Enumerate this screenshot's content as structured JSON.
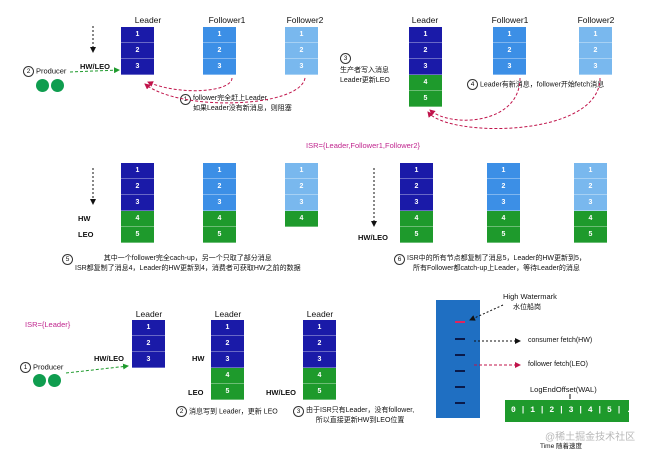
{
  "colors": {
    "leader": "#1a1aa8",
    "follower1": "#3c8fe6",
    "follower2": "#79b8ee",
    "green": "#1e9a2c",
    "isr": "#c0258e",
    "red_dash": "#c0134a"
  },
  "values": [
    "1",
    "2",
    "3",
    "4",
    "5"
  ],
  "labels": {
    "leader": "Leader",
    "follower1": "Follower1",
    "follower2": "Follower2",
    "hw_leo": "HW/LEO",
    "hw": "HW",
    "leo": "LEO",
    "producer": "Producer"
  },
  "steps": {
    "s1": {
      "num": "1",
      "text": "follower完全赶上Leader,\n如果Leader没有新消息，则阻塞"
    },
    "s2": {
      "num": "2",
      "text": "Producer"
    },
    "s3": {
      "num": "3",
      "text": "生产者写入消息\nLeader更新LEO"
    },
    "s4": {
      "num": "4",
      "text": "Leader有新消息，follower开始fetch消息"
    },
    "s5": {
      "num": "5",
      "text": "其中一个follower完全cach-up，另一个只取了部分消息\nISR都复制了消息4，Leader的HW更新到4，消费者可获取HW之前的数据"
    },
    "s6": {
      "num": "6",
      "text": "ISR中的所有节点都复制了消息5，Leader的HW更新到5，\n所有Follower都catch-up上Leader，等待Leader的消息"
    },
    "b1": {
      "num": "1",
      "text": "Producer"
    },
    "b2": {
      "num": "2",
      "text": "消息写到 Leader，更新 LEO"
    },
    "b3": {
      "num": "3",
      "text": "由于ISR只有Leader，没有follower,\n所以直接更新HW到LEO位置"
    }
  },
  "isr_all": "ISR={Leader,Follower1,Follower2}",
  "isr_leader": "ISR={Leader}",
  "legend": {
    "high_watermark": "High Watermark",
    "high_watermark_cn": "水位船岗",
    "consumer_fetch": "consumer fetch(HW)",
    "follower_fetch": "follower fetch(LEO)",
    "log_end_offset": "LogEndOffset(WAL)",
    "timeline": "0 | 1 | 2 | 3 | 4 | 5 | ...",
    "time": "Time 随着速度",
    "watermark": "@稀土掘金技术社区"
  }
}
